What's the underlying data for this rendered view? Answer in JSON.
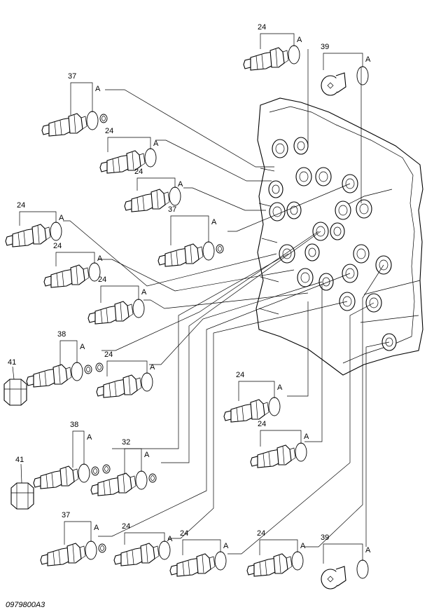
{
  "drawing_code": "0979800A3",
  "label_letter": "A",
  "fitting_callouts": [
    {
      "number": "24",
      "index": 0
    },
    {
      "number": "39",
      "index": 1
    },
    {
      "number": "37",
      "index": 2
    },
    {
      "number": "24",
      "index": 3
    },
    {
      "number": "24",
      "index": 4
    },
    {
      "number": "24",
      "index": 5
    },
    {
      "number": "37",
      "index": 6
    },
    {
      "number": "24",
      "index": 7
    },
    {
      "number": "24",
      "index": 8
    },
    {
      "number": "38",
      "index": 9
    },
    {
      "number": "24",
      "index": 10
    },
    {
      "number": "24",
      "index": 11
    },
    {
      "number": "24",
      "index": 12
    },
    {
      "number": "38",
      "index": 13
    },
    {
      "number": "32",
      "index": 14
    },
    {
      "number": "37",
      "index": 15
    },
    {
      "number": "24",
      "index": 16
    },
    {
      "number": "24",
      "index": 17
    },
    {
      "number": "24",
      "index": 18
    },
    {
      "number": "39",
      "index": 19
    }
  ],
  "plug_callouts": [
    {
      "number": "41"
    },
    {
      "number": "41"
    }
  ]
}
